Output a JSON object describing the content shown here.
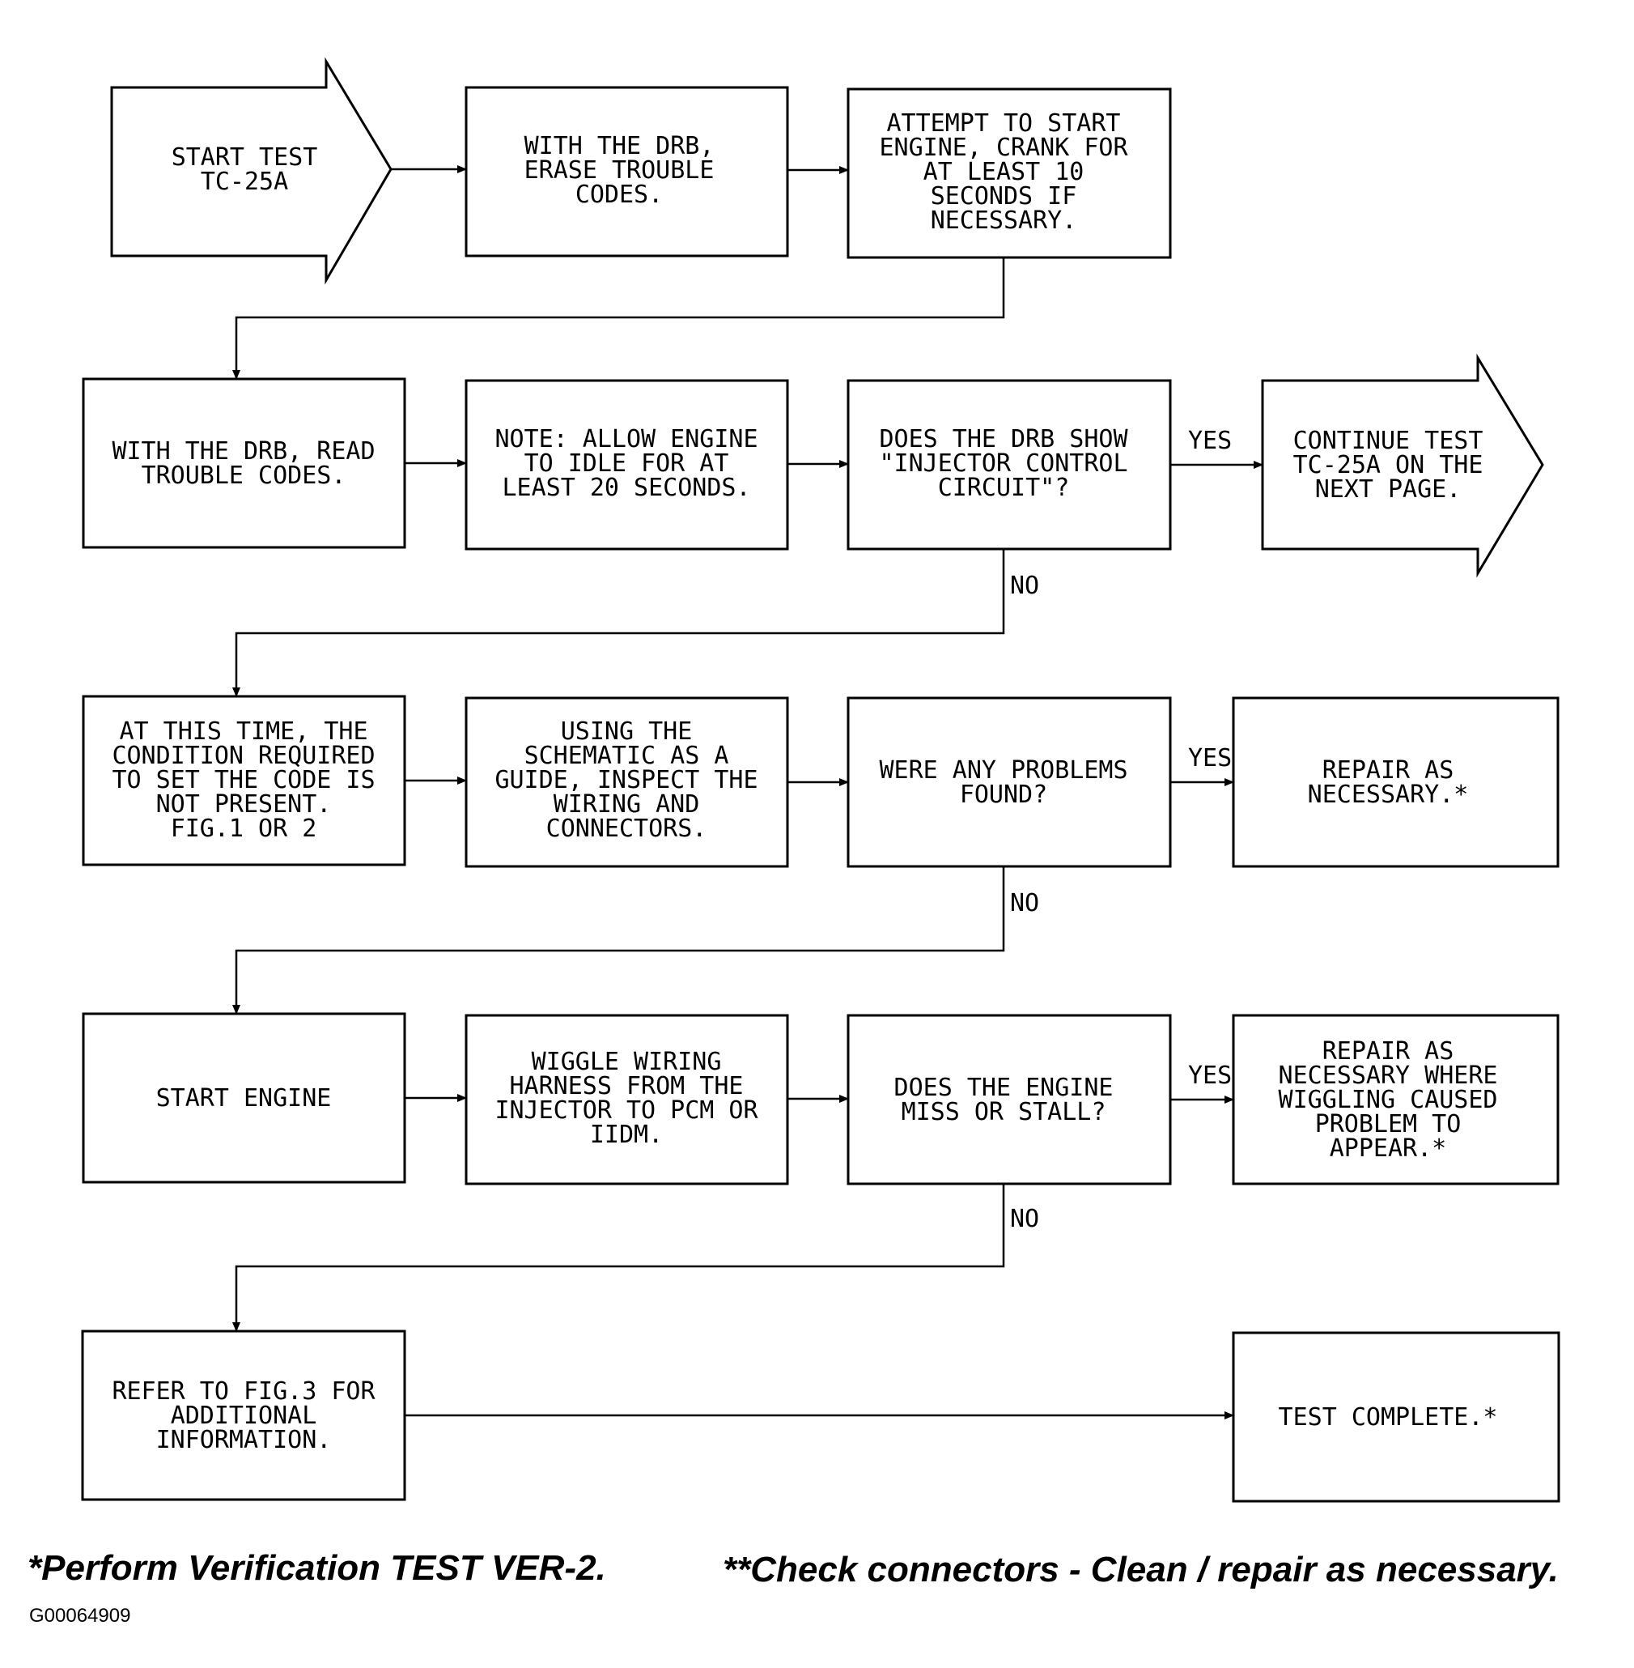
{
  "flowchart": {
    "start_test": "START TEST\nTC-25A",
    "erase_codes": "WITH THE DRB,\nERASE TROUBLE\nCODES.",
    "attempt_start": "ATTEMPT TO START\nENGINE, CRANK FOR\nAT LEAST 10\nSECONDS IF\nNECESSARY.",
    "read_codes": "WITH THE DRB, READ\nTROUBLE CODES.",
    "note_idle": "NOTE: ALLOW ENGINE\nTO IDLE FOR AT\nLEAST 20 SECONDS.",
    "question_injector": "DOES THE DRB SHOW\n\"INJECTOR CONTROL\nCIRCUIT\"?",
    "continue_test": "CONTINUE TEST\nTC-25A ON THE\nNEXT PAGE.",
    "condition_not_present": "AT THIS TIME, THE\nCONDITION REQUIRED\nTO SET THE CODE IS\nNOT PRESENT.\nFIG.1 OR 2",
    "inspect_wiring": "USING THE\nSCHEMATIC AS A\nGUIDE, INSPECT THE\nWIRING AND\nCONNECTORS.",
    "question_problems": "WERE ANY PROBLEMS\nFOUND?",
    "repair_1": "REPAIR AS\nNECESSARY.*",
    "start_engine": "START ENGINE",
    "wiggle_wiring": "WIGGLE WIRING\nHARNESS FROM THE\nINJECTOR TO PCM OR\nIIDM.",
    "question_miss_stall": "DOES THE ENGINE\nMISS OR STALL?",
    "repair_2": "REPAIR AS\nNECESSARY WHERE\nWIGGLING CAUSED\nPROBLEM TO\nAPPEAR.*",
    "refer_fig3": "REFER TO FIG.3 FOR\nADDITIONAL\nINFORMATION.",
    "test_complete": "TEST COMPLETE.*"
  },
  "labels": {
    "yes_1": "YES",
    "no_1": "NO",
    "yes_2": "YES",
    "no_2": "NO",
    "yes_3": "YES",
    "no_3": "NO"
  },
  "footer": {
    "note_1": "*Perform Verification TEST VER-2.",
    "note_2": "**Check connectors - Clean / repair as necessary.",
    "image_code": "G00064909"
  },
  "colors": {
    "line": "#000000",
    "background": "#ffffff"
  }
}
